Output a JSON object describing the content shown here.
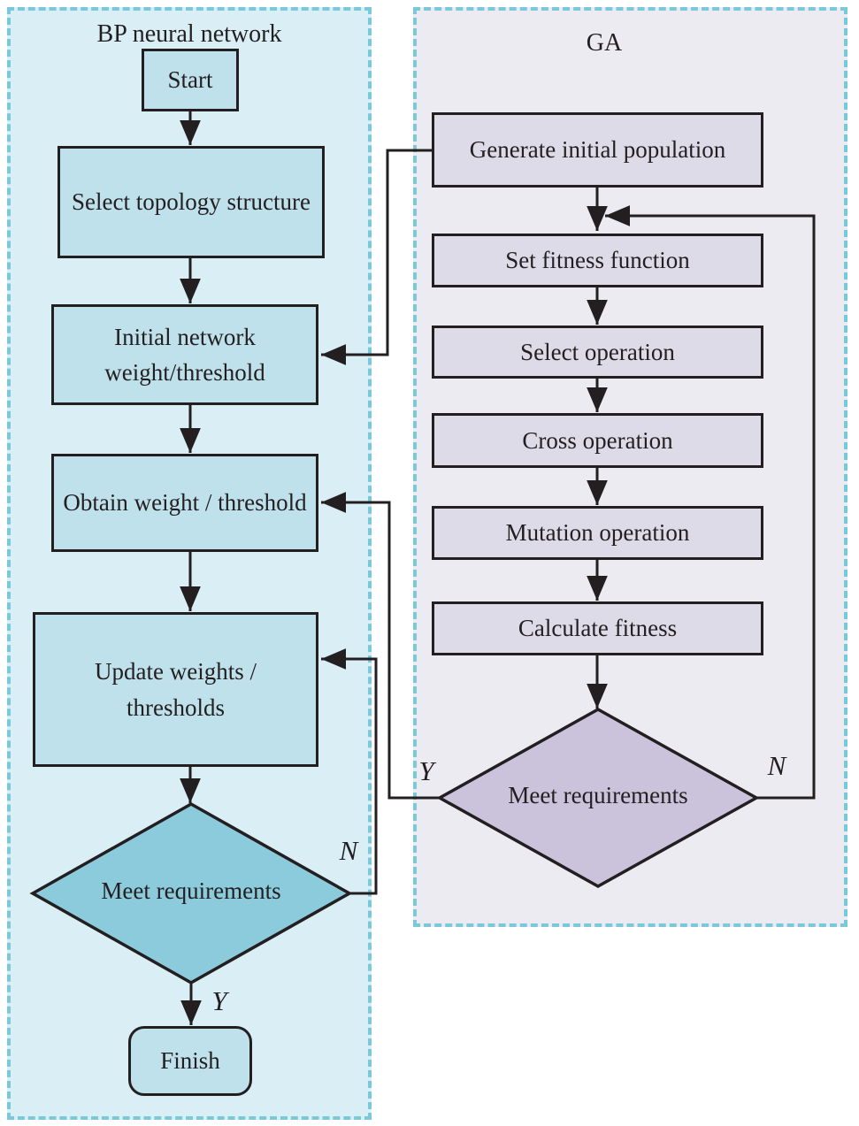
{
  "colors": {
    "bp_bg": "#daeef6",
    "dash": "#79c9db",
    "bp_box": "#bfe1ec",
    "bp_diamond": "#8ccbdc",
    "ga_bg": "#edebf2",
    "ga_box": "#dedbe8",
    "ga_diamond": "#cbc3dc",
    "line": "#231f20",
    "text": "#231f20"
  },
  "bp": {
    "title": "BP neural network",
    "nodes": {
      "start": "Start",
      "topology": "Select topology structure",
      "initial": "Initial network weight/threshold",
      "obtain": "Obtain weight / threshold",
      "update": "Update weights / thresholds",
      "decision": "Meet requirements",
      "finish": "Finish"
    },
    "branches": {
      "no": "N",
      "yes": "Y"
    }
  },
  "ga": {
    "title": "GA",
    "nodes": {
      "generate": "Generate initial population",
      "fitness": "Set fitness function",
      "select": "Select operation",
      "cross": "Cross operation",
      "mutation": "Mutation operation",
      "calculate": "Calculate fitness",
      "decision": "Meet requirements"
    },
    "branches": {
      "yes": "Y",
      "no": "N"
    }
  }
}
